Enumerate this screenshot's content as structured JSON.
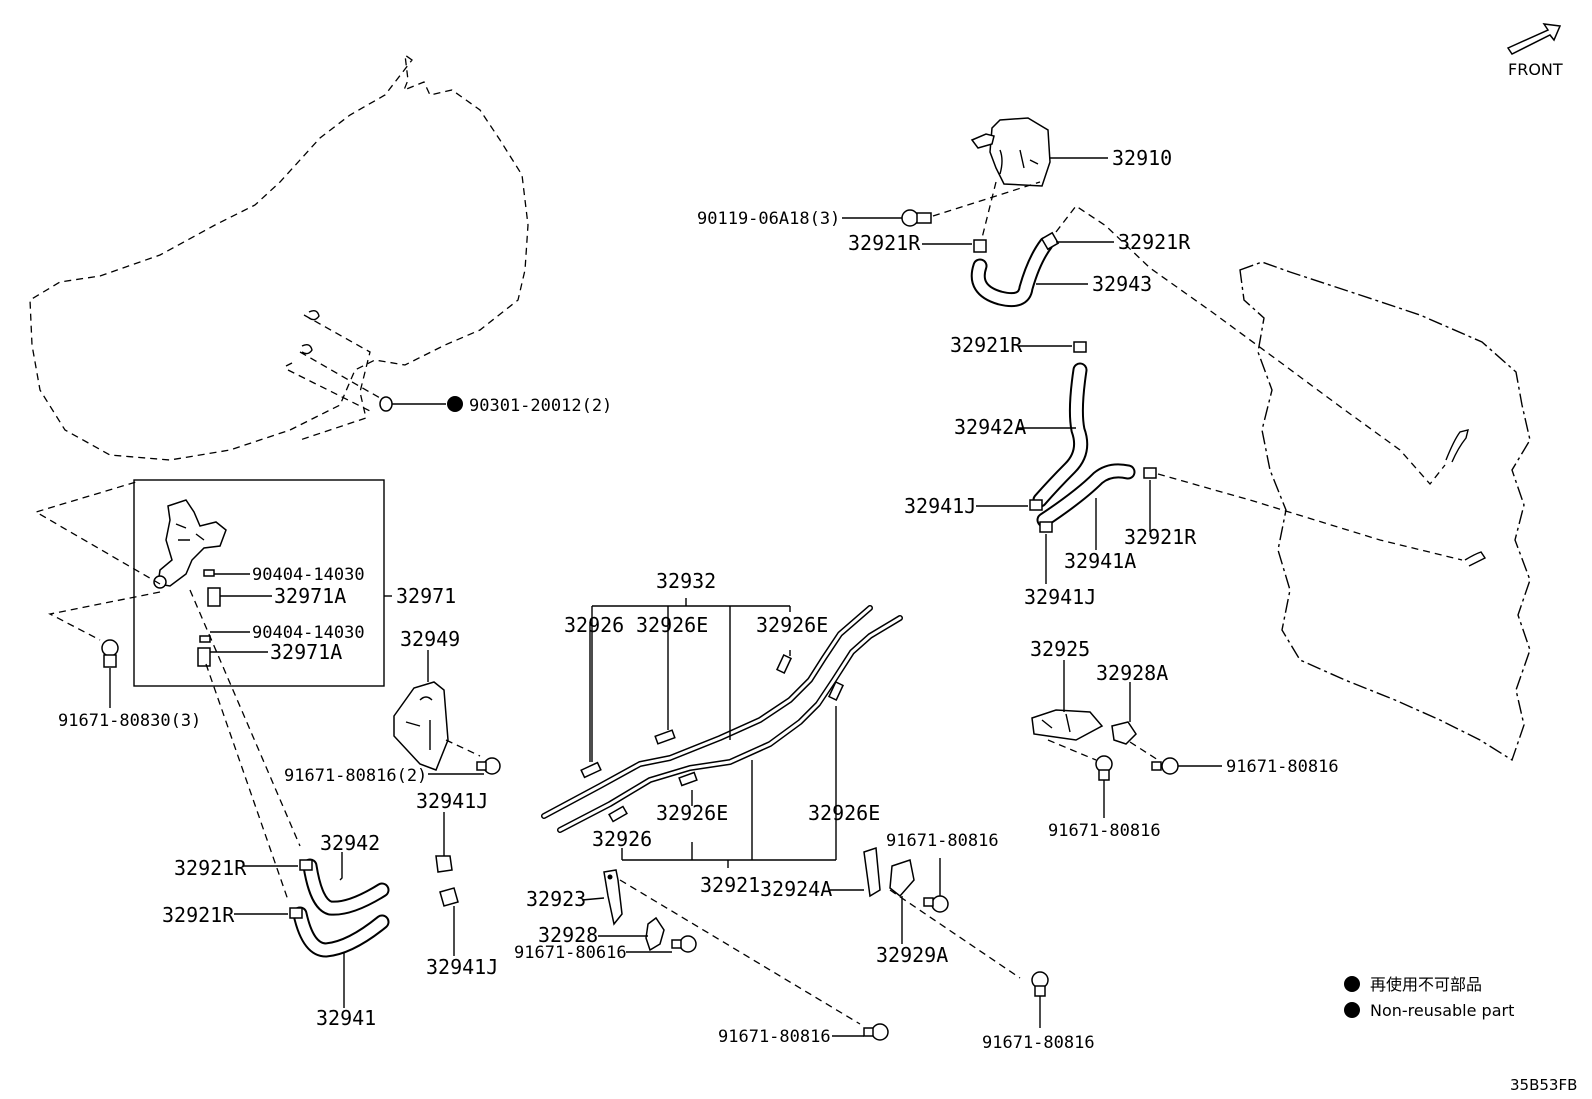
{
  "front_label": "FRONT",
  "diagram_code": "35B53FB",
  "legend": {
    "jp": "再使用不可部品",
    "en": "Non-reusable part"
  },
  "labels": {
    "l32910": "32910",
    "l90119": "90119-06A18(3)",
    "l32921R_a": "32921R",
    "l32921R_b": "32921R",
    "l32943": "32943",
    "l32921R_c": "32921R",
    "l32942A": "32942A",
    "l32941J_a": "32941J",
    "l32941A": "32941A",
    "l32921R_d": "32921R",
    "l32941J_b": "32941J",
    "l90301": "90301-20012(2)",
    "l90404_a": "90404-14030",
    "l32971A_a": "32971A",
    "l32971": "32971",
    "l90404_b": "90404-14030",
    "l32971A_b": "32971A",
    "l91671_80830": "91671-80830(3)",
    "l32949": "32949",
    "l91671_80816_2": "91671-80816(2)",
    "l32941J_c": "32941J",
    "l32942": "32942",
    "l32921R_e": "32921R",
    "l32921R_f": "32921R",
    "l32941": "32941",
    "l32941J_d": "32941J",
    "l32932": "32932",
    "l32926_a": "32926",
    "l32926E_a": "32926E",
    "l32926E_b": "32926E",
    "l32926E_c": "32926E",
    "l32926E_d": "32926E",
    "l32926_b": "32926",
    "l32921": "32921",
    "l32923": "32923",
    "l32928": "32928",
    "l91671_80616": "91671-80616",
    "l91671_80816_a": "91671-80816",
    "l32924A": "32924A",
    "l91671_80816_b": "91671-80816",
    "l32929A": "32929A",
    "l91671_80816_c": "91671-80816",
    "l32925": "32925",
    "l32928A": "32928A",
    "l91671_80816_d": "91671-80816",
    "l91671_80816_e": "91671-80816"
  }
}
